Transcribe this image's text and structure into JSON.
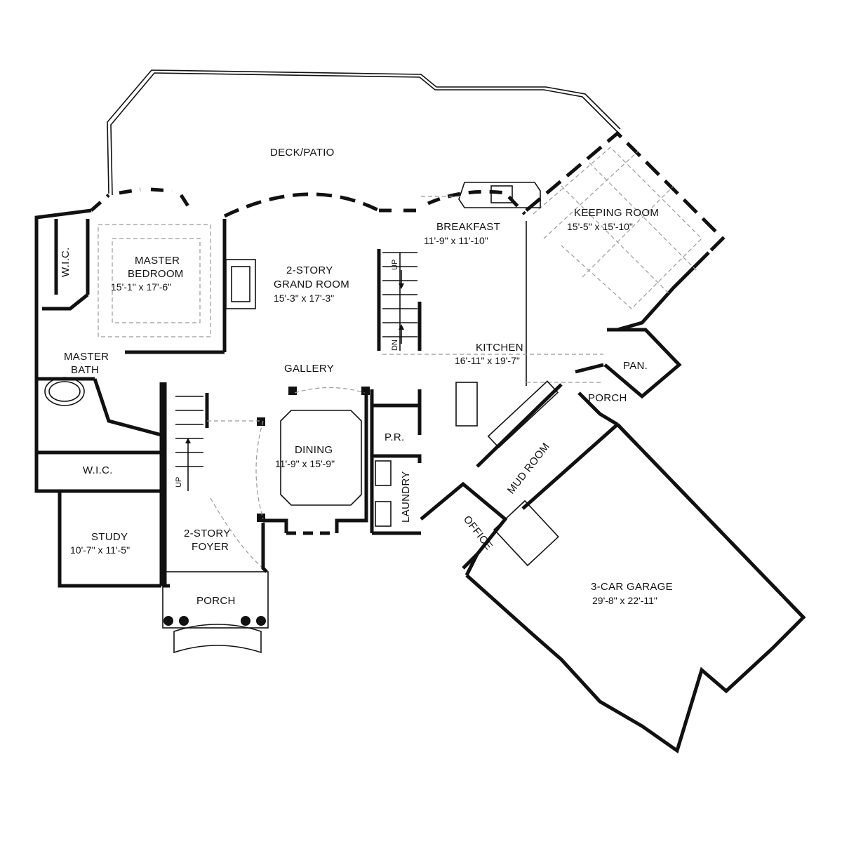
{
  "rooms": {
    "deck": {
      "name": "DECK/PATIO"
    },
    "master_bedroom": {
      "name_line1": "MASTER",
      "name_line2": "BEDROOM",
      "size": "15'-1\" x 17'-6\""
    },
    "wic_top": {
      "name": "W.I.C."
    },
    "master_bath": {
      "name_line1": "MASTER",
      "name_line2": "BATH"
    },
    "wic_bottom": {
      "name": "W.I.C."
    },
    "grand_room": {
      "name_line1": "2-STORY",
      "name_line2": "GRAND  ROOM",
      "size": "15'-3\" x 17'-3\""
    },
    "breakfast": {
      "name": "BREAKFAST",
      "size": "11'-9\" x 11'-10\""
    },
    "keeping_room": {
      "name": "KEEPING  ROOM",
      "size": "15'-5\" x 15'-10\""
    },
    "kitchen": {
      "name": "KITCHEN",
      "size": "16'-11\" x 19'-7\""
    },
    "pantry": {
      "name": "PAN."
    },
    "gallery": {
      "name": "GALLERY"
    },
    "dining": {
      "name": "DINING",
      "size": "11'-9\" x 15'-9\""
    },
    "powder": {
      "name": "P.R."
    },
    "laundry": {
      "name": "LAUNDRY"
    },
    "porch_side": {
      "name": "PORCH"
    },
    "mud_room": {
      "name": "MUD  ROOM"
    },
    "office": {
      "name": "OFFICE"
    },
    "study": {
      "name": "STUDY",
      "size": "10'-7\" x 11'-5\""
    },
    "foyer": {
      "name_line1": "2-STORY",
      "name_line2": "FOYER"
    },
    "porch_front": {
      "name": "PORCH"
    },
    "garage": {
      "name": "3-CAR  GARAGE",
      "size": "29'-8\" x 22'-11\""
    }
  },
  "stairs": {
    "grand_up": "UP",
    "grand_down": "DN",
    "foyer_up": "UP"
  },
  "colors": {
    "wall": "#111111",
    "dashed": "#999999",
    "background": "#ffffff"
  }
}
